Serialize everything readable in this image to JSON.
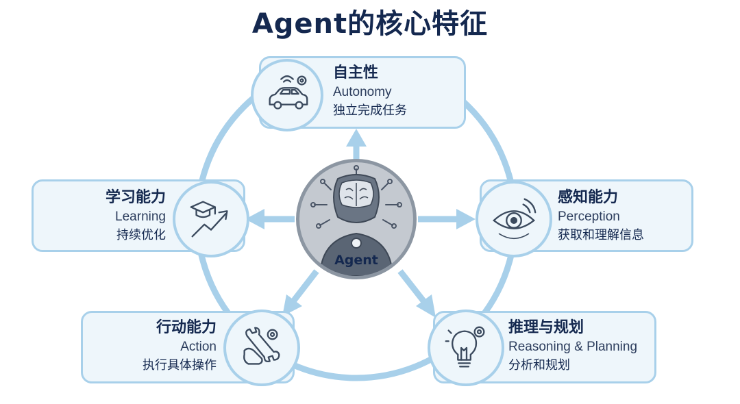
{
  "title": "Agent的核心特征",
  "center": {
    "label": "Agent",
    "icon": "robot-brain-icon"
  },
  "colors": {
    "title": "#14284f",
    "ring": "#a8d0ea",
    "card_bg": "#eef6fb",
    "center_bg": "#c4c9d0"
  },
  "features": [
    {
      "id": "autonomy",
      "title_zh": "自主性",
      "title_en": "Autonomy",
      "desc_zh": "独立完成任务",
      "icon": "self-driving-car-icon"
    },
    {
      "id": "perception",
      "title_zh": "感知能力",
      "title_en": "Perception",
      "desc_zh": "获取和理解信息",
      "icon": "eye-sensor-icon"
    },
    {
      "id": "reasoning",
      "title_zh": "推理与规划",
      "title_en": "Reasoning & Planning",
      "desc_zh": "分析和规划",
      "icon": "lightbulb-gear-icon"
    },
    {
      "id": "action",
      "title_zh": "行动能力",
      "title_en": "Action",
      "desc_zh": "执行具体操作",
      "icon": "hand-wrench-icon"
    },
    {
      "id": "learning",
      "title_zh": "学习能力",
      "title_en": "Learning",
      "desc_zh": "持续优化",
      "icon": "graduation-chart-icon"
    }
  ]
}
